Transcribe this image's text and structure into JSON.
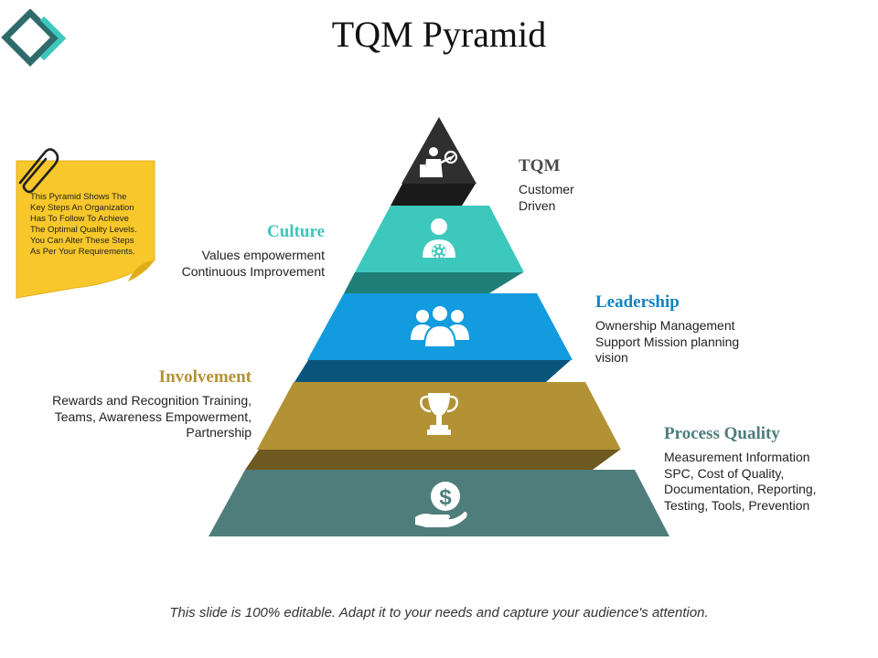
{
  "title": "TQM Pyramid",
  "note": {
    "text": "This Pyramid Shows The Key Steps An Organization Has To Follow To Achieve The Optimal Quality Levels. You Can Alter These Steps As Per Your Requirements."
  },
  "levels": [
    {
      "heading": "TQM",
      "lines": [
        "Customer",
        "Driven"
      ],
      "color": "#2f2f2f",
      "heading_color": "#4a4a4a",
      "icon": "presenter-icon"
    },
    {
      "heading": "Culture",
      "lines": [
        "Values empowerment",
        "Continuous Improvement"
      ],
      "color": "#3cc8bd",
      "heading_color": "#3cc8bd",
      "icon": "person-gear-icon"
    },
    {
      "heading": "Leadership",
      "lines": [
        "Ownership Management",
        "Support Mission planning",
        "vision"
      ],
      "color": "#129bdf",
      "heading_color": "#1283c2",
      "icon": "team-icon"
    },
    {
      "heading": "Involvement",
      "lines": [
        "Rewards and Recognition Training,",
        "Teams, Awareness Empowerment,",
        "Partnership"
      ],
      "color": "#b39236",
      "heading_color": "#b39236",
      "icon": "trophy-icon"
    },
    {
      "heading": "Process Quality",
      "lines": [
        "Measurement Information",
        "SPC, Cost of Quality,",
        "Documentation, Reporting,",
        "Testing, Tools, Prevention"
      ],
      "color": "#4f7d7b",
      "heading_color": "#4f7d7b",
      "icon": "money-hand-icon"
    }
  ],
  "footer": "This slide is 100% editable. Adapt it to your needs and capture your audience's attention."
}
